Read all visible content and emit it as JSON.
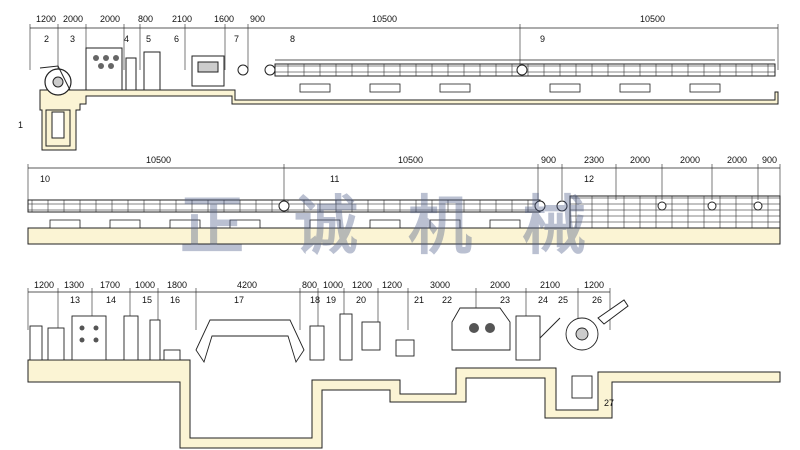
{
  "rows": [
    {
      "dimensions": [
        "1200",
        "2000",
        "2000",
        "800",
        "2100",
        "1600",
        "900",
        "10500",
        "10500"
      ],
      "labels": [
        "1",
        "2",
        "3",
        "4",
        "5",
        "6",
        "7",
        "8",
        "9"
      ]
    },
    {
      "dimensions": [
        "10500",
        "10500",
        "900",
        "2300",
        "2000",
        "2000",
        "2000",
        "900"
      ],
      "labels": [
        "10",
        "11",
        "12"
      ]
    },
    {
      "dimensions": [
        "1200",
        "1300",
        "1700",
        "1000",
        "1800",
        "4200",
        "800",
        "1000",
        "1200",
        "1200",
        "3000",
        "2000",
        "2100",
        "1200"
      ],
      "labels": [
        "13",
        "14",
        "15",
        "16",
        "17",
        "18",
        "19",
        "20",
        "21",
        "22",
        "23",
        "24",
        "25",
        "26",
        "27"
      ]
    }
  ],
  "watermark": "正诚机械",
  "colors": {
    "line": "#1a1a1a",
    "floor": "#fbf4d4",
    "watermark": "#4a5a86"
  }
}
